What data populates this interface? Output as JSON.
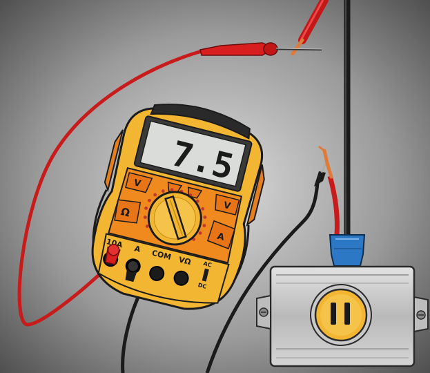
{
  "meter": {
    "display_reading": "7.5",
    "port_labels": {
      "amps_10": "10A",
      "amps": "A",
      "common": "COM",
      "volt_ohm": "VΩ"
    },
    "mode_labels": {
      "ac": "AC",
      "dc": "DC"
    },
    "dial_labels": {
      "volts_left": "V",
      "volts_right": "V",
      "ohms": "Ω",
      "amps_right": "A"
    }
  },
  "colors": {
    "background_center": "#d8d8d8",
    "background_edge": "#4a4a4a",
    "meter_body": "#f2b632",
    "meter_face": "#f08a1e",
    "dial_knob": "#f2b632",
    "lcd": "#d9dcd9",
    "probe_red": "#d81e1e",
    "wire_black": "#1b1b1b",
    "wire_blue": "#2c78c4",
    "outlet_box": "#c9c9c9",
    "outlet_face": "#f2b632",
    "copper": "#e07a3a"
  }
}
